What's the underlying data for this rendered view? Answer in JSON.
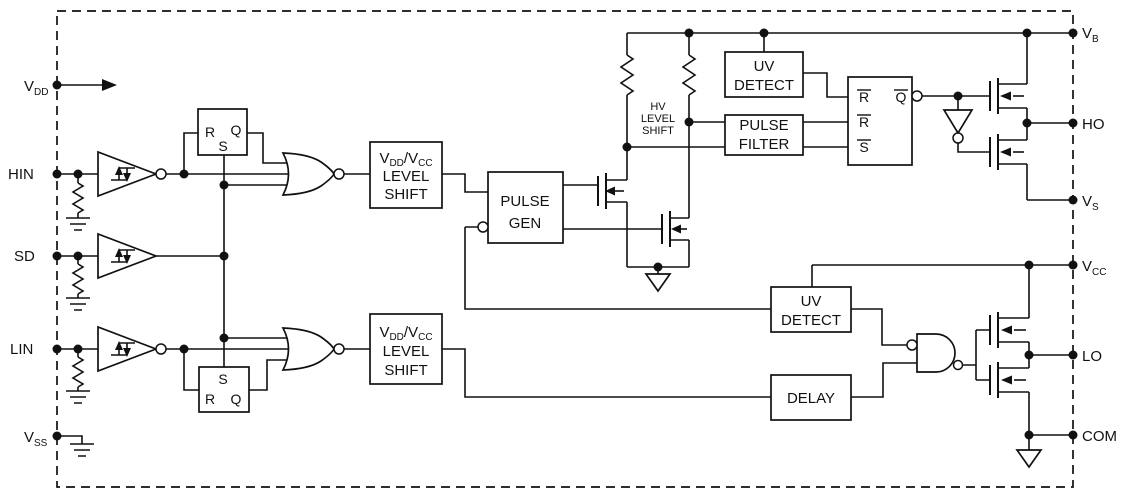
{
  "title": "high-and-low-side-gate-driver-functional-block-diagram",
  "colors": {
    "wire": "#111111",
    "background": "#ffffff"
  },
  "pins": {
    "vdd": {
      "base": "V",
      "sub": "DD"
    },
    "hin": {
      "label": "HIN"
    },
    "sd": {
      "label": "SD"
    },
    "lin": {
      "label": "LIN"
    },
    "vss": {
      "base": "V",
      "sub": "SS"
    },
    "vb": {
      "base": "V",
      "sub": "B"
    },
    "ho": {
      "label": "HO"
    },
    "vs": {
      "base": "V",
      "sub": "S"
    },
    "vcc": {
      "base": "V",
      "sub": "CC"
    },
    "lo": {
      "label": "LO"
    },
    "com": {
      "label": "COM"
    }
  },
  "blocks": {
    "level_shift_hs": {
      "v1": "V",
      "s1": "DD",
      "v2": "/V",
      "s2": "CC",
      "line2": "LEVEL",
      "line3": "SHIFT"
    },
    "level_shift_ls": {
      "v1": "V",
      "s1": "DD",
      "v2": "/V",
      "s2": "CC",
      "line2": "LEVEL",
      "line3": "SHIFT"
    },
    "pulse_gen": {
      "line1": "PULSE",
      "line2": "GEN"
    },
    "hv_level_shift": {
      "line1": "HV",
      "line2": "LEVEL",
      "line3": "SHIFT"
    },
    "uv_detect_hs": {
      "line1": "UV",
      "line2": "DETECT"
    },
    "pulse_filter": {
      "line1": "PULSE",
      "line2": "FILTER"
    },
    "uv_detect_ls": {
      "line1": "UV",
      "line2": "DETECT"
    },
    "delay": {
      "line1": "DELAY"
    }
  },
  "latches": {
    "input_high": {
      "r": "R",
      "s": "S",
      "q": "Q"
    },
    "input_low": {
      "s": "S",
      "r": "R",
      "q": "Q"
    },
    "output_high": {
      "r1": "R",
      "r2": "R",
      "s": "S",
      "q": "Q"
    }
  }
}
